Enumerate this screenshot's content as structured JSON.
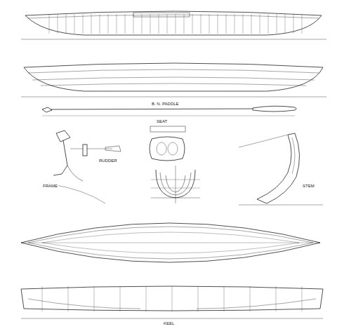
{
  "diagram": {
    "labels": [
      "B. N. PADDLE",
      "FRAME",
      "RUDDER",
      "SEAT",
      "STEM",
      "KEEL"
    ]
  }
}
